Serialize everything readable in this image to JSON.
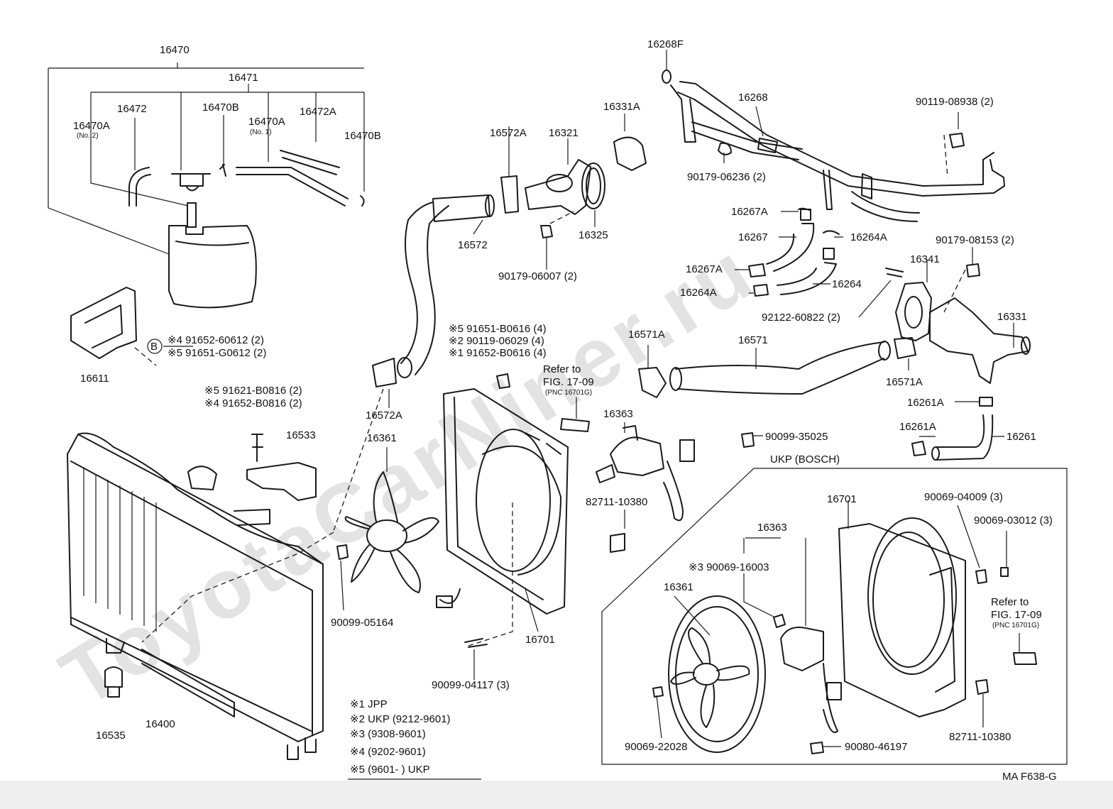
{
  "watermark": "ToyotaCarNiner.ru",
  "labels": {
    "p16470": "16470",
    "p16471": "16471",
    "p16472": "16472",
    "p16470B_a": "16470B",
    "p16470A_no2": "16470A",
    "no2": "(No. 2)",
    "p16470A_no1": "16470A",
    "no1": "(No. 1)",
    "p16472A": "16472A",
    "p16470B_b": "16470B",
    "p16611": "16611",
    "b_circle": "B",
    "n91652_60612": "※4 91652-60612 (2)",
    "n91651_G0612": "※5 91651-G0612 (2)",
    "n91621_B0816": "※5 91621-B0816 (2)",
    "n91652_B0816": "※4 91652-B0816 (2)",
    "p16533": "16533",
    "p16400": "16400",
    "p16535": "16535",
    "p16572A_top": "16572A",
    "p16321": "16321",
    "p16331A": "16331A",
    "p16572": "16572",
    "p16325": "16325",
    "n90179_06007": "90179-06007 (2)",
    "p16572A_bot": "16572A",
    "n91651_B0616": "※5 91651-B0616 (4)",
    "n90119_06029": "※2 90119-06029 (4)",
    "n91652_B0616": "※1 91652-B0616 (4)",
    "refer1": "Refer to",
    "fig1": "FIG. 17-09",
    "pnc1": "(PNC 16701G)",
    "p16361_a": "16361",
    "p16363_a": "16363",
    "n90099_05164": "90099-05164",
    "p16701_a": "16701",
    "n90099_04117": "90099-04117 (3)",
    "n82711_a": "82711-10380",
    "p16268F": "16268F",
    "p16268": "16268",
    "n90119_08938": "90119-08938 (2)",
    "n90179_06236": "90179-06236 (2)",
    "p16267A_a": "16267A",
    "p16267": "16267",
    "p16264A_a": "16264A",
    "n90179_08153": "90179-08153 (2)",
    "p16267A_b": "16267A",
    "p16341": "16341",
    "p16264A_b": "16264A",
    "p16264": "16264",
    "n92122_60822": "92122-60822 (2)",
    "p16331": "16331",
    "p16571A_a": "16571A",
    "p16571": "16571",
    "p16571A_b": "16571A",
    "p16261A_a": "16261A",
    "p16261A_b": "16261A",
    "p16261": "16261",
    "n90099_35025": "90099-35025",
    "ukp_bosch": "UKP (BOSCH)",
    "p16701_b": "16701",
    "p16363_b": "16363",
    "n90069_04009": "90069-04009 (3)",
    "n90069_03012": "90069-03012 (3)",
    "n90069_16003": "※3 90069-16003",
    "p16361_b": "16361",
    "refer2": "Refer to",
    "fig2": "FIG. 17-09",
    "pnc2": "(PNC 16701G)",
    "n90069_22028": "90069-22028",
    "n90080_46197": "90080-46197",
    "n82711_b": "82711-10380",
    "fig_id": "MA F638-G"
  },
  "legend": [
    "※1 JPP",
    "※2 UKP (9212-9601)",
    "※3 (9308-9601)",
    "※4 (9202-9601)",
    "※5 (9601-       ) UKP"
  ]
}
